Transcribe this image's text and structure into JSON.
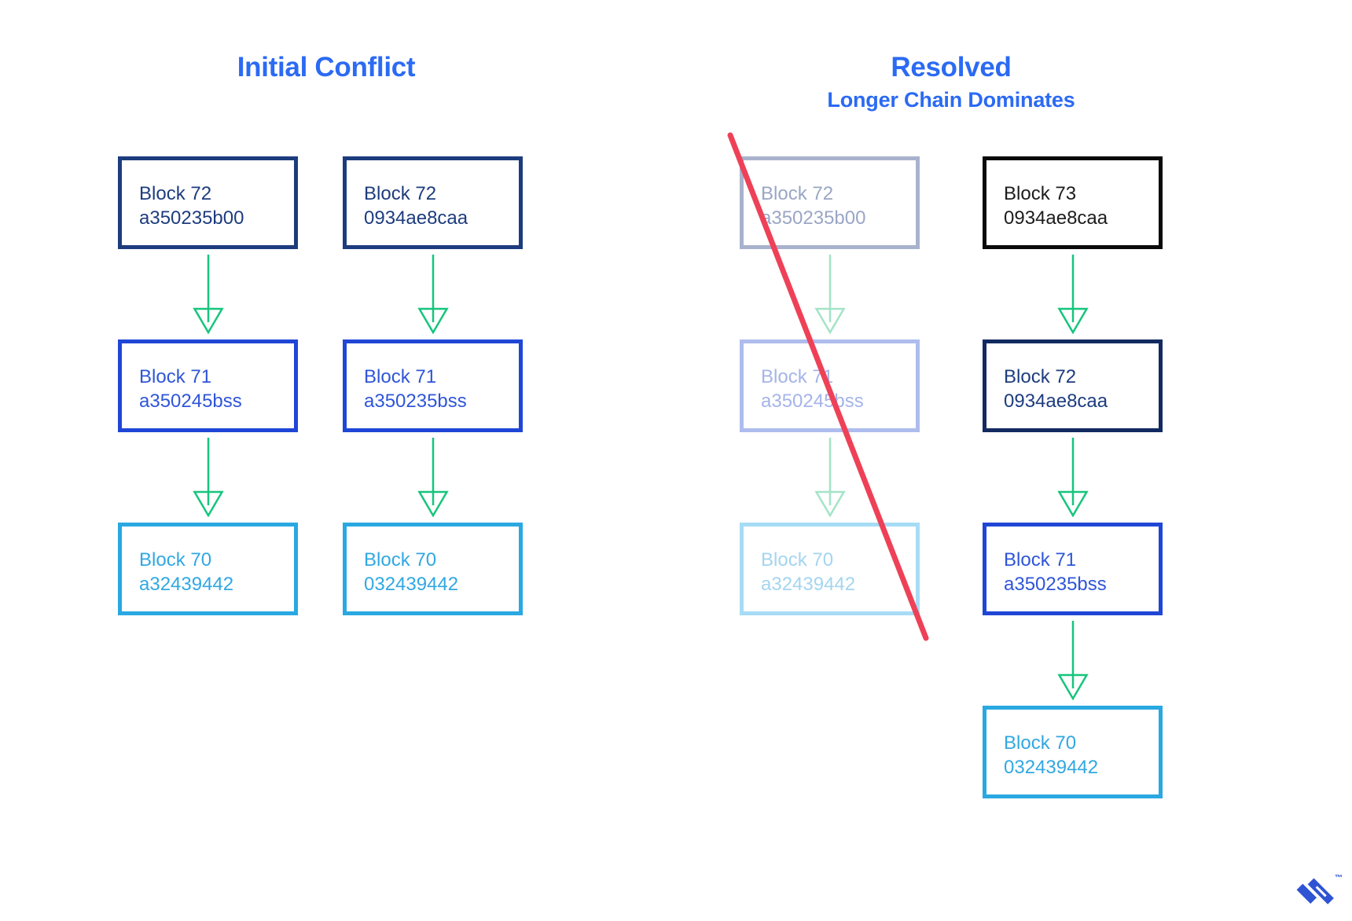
{
  "left_panel": {
    "title": "Initial Conflict",
    "chains": [
      {
        "name": "chain-a",
        "blocks": [
          {
            "label": "Block 72",
            "hash": "a350235b00",
            "style": "navy"
          },
          {
            "label": "Block 71",
            "hash": "a350245bss",
            "style": "blue"
          },
          {
            "label": "Block 70",
            "hash": "a32439442",
            "style": "cyan"
          }
        ]
      },
      {
        "name": "chain-b",
        "blocks": [
          {
            "label": "Block 72",
            "hash": "0934ae8caa",
            "style": "navy"
          },
          {
            "label": "Block 71",
            "hash": "a350235bss",
            "style": "blue"
          },
          {
            "label": "Block 70",
            "hash": "032439442",
            "style": "cyan"
          }
        ]
      }
    ]
  },
  "right_panel": {
    "title": "Resolved",
    "subtitle": "Longer Chain Dominates",
    "chains": [
      {
        "name": "chain-rejected",
        "faded": true,
        "struck": true,
        "blocks": [
          {
            "label": "Block 72",
            "hash": "a350235b00",
            "style": "faded-navy"
          },
          {
            "label": "Block 71",
            "hash": "a350245bss",
            "style": "faded-blue"
          },
          {
            "label": "Block 70",
            "hash": "a32439442",
            "style": "faded-cyan"
          }
        ]
      },
      {
        "name": "chain-winner",
        "blocks": [
          {
            "label": "Block 73",
            "hash": "0934ae8caa",
            "style": "black"
          },
          {
            "label": "Block 72",
            "hash": "0934ae8caa",
            "style": "darknavy"
          },
          {
            "label": "Block 71",
            "hash": "a350235bss",
            "style": "blue"
          },
          {
            "label": "Block 70",
            "hash": "032439442",
            "style": "cyan"
          }
        ]
      }
    ]
  },
  "logo": {
    "name": "toptal-mark",
    "trademark": "™"
  },
  "colors": {
    "title_blue": "#2b6af3",
    "block_navy": "#1d3c7e",
    "block_dark_navy": "#122a60",
    "block_blue": "#2046d6",
    "block_cyan": "#29a8e1",
    "block_black": "#0a0a0a",
    "faded_navy": "#a9b2cd",
    "faded_blue": "#aebcee",
    "faded_cyan": "#a6dcf6",
    "arrow_green": "#16c57d",
    "arrow_green_faded": "#a3e4c8",
    "strike_red": "#ee4157",
    "logo_blue": "#2e53d3"
  }
}
